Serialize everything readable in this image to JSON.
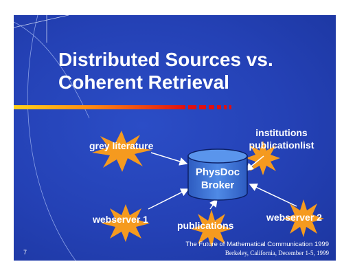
{
  "slide": {
    "title_line1": "Distributed Sources vs.",
    "title_line2": "Coherent Retrieval",
    "broker_line1": "PhysDoc",
    "broker_line2": "Broker",
    "sources": {
      "grey_literature": "grey literature",
      "institutions_line1": "institutions",
      "institutions_line2": "publicationlist",
      "webserver1": "webserver 1",
      "webserver2": "webserver 2",
      "publications": "publications"
    },
    "slide_number": "7",
    "footer_line1": "The Future of Mathematical Communication 1999",
    "footer_line2": "Berkeley, California, December 1-5, 1999"
  },
  "colors": {
    "background": "#2441b5",
    "star": "#f59a1f",
    "broker": "#3f78d8",
    "text": "#ffffff"
  }
}
